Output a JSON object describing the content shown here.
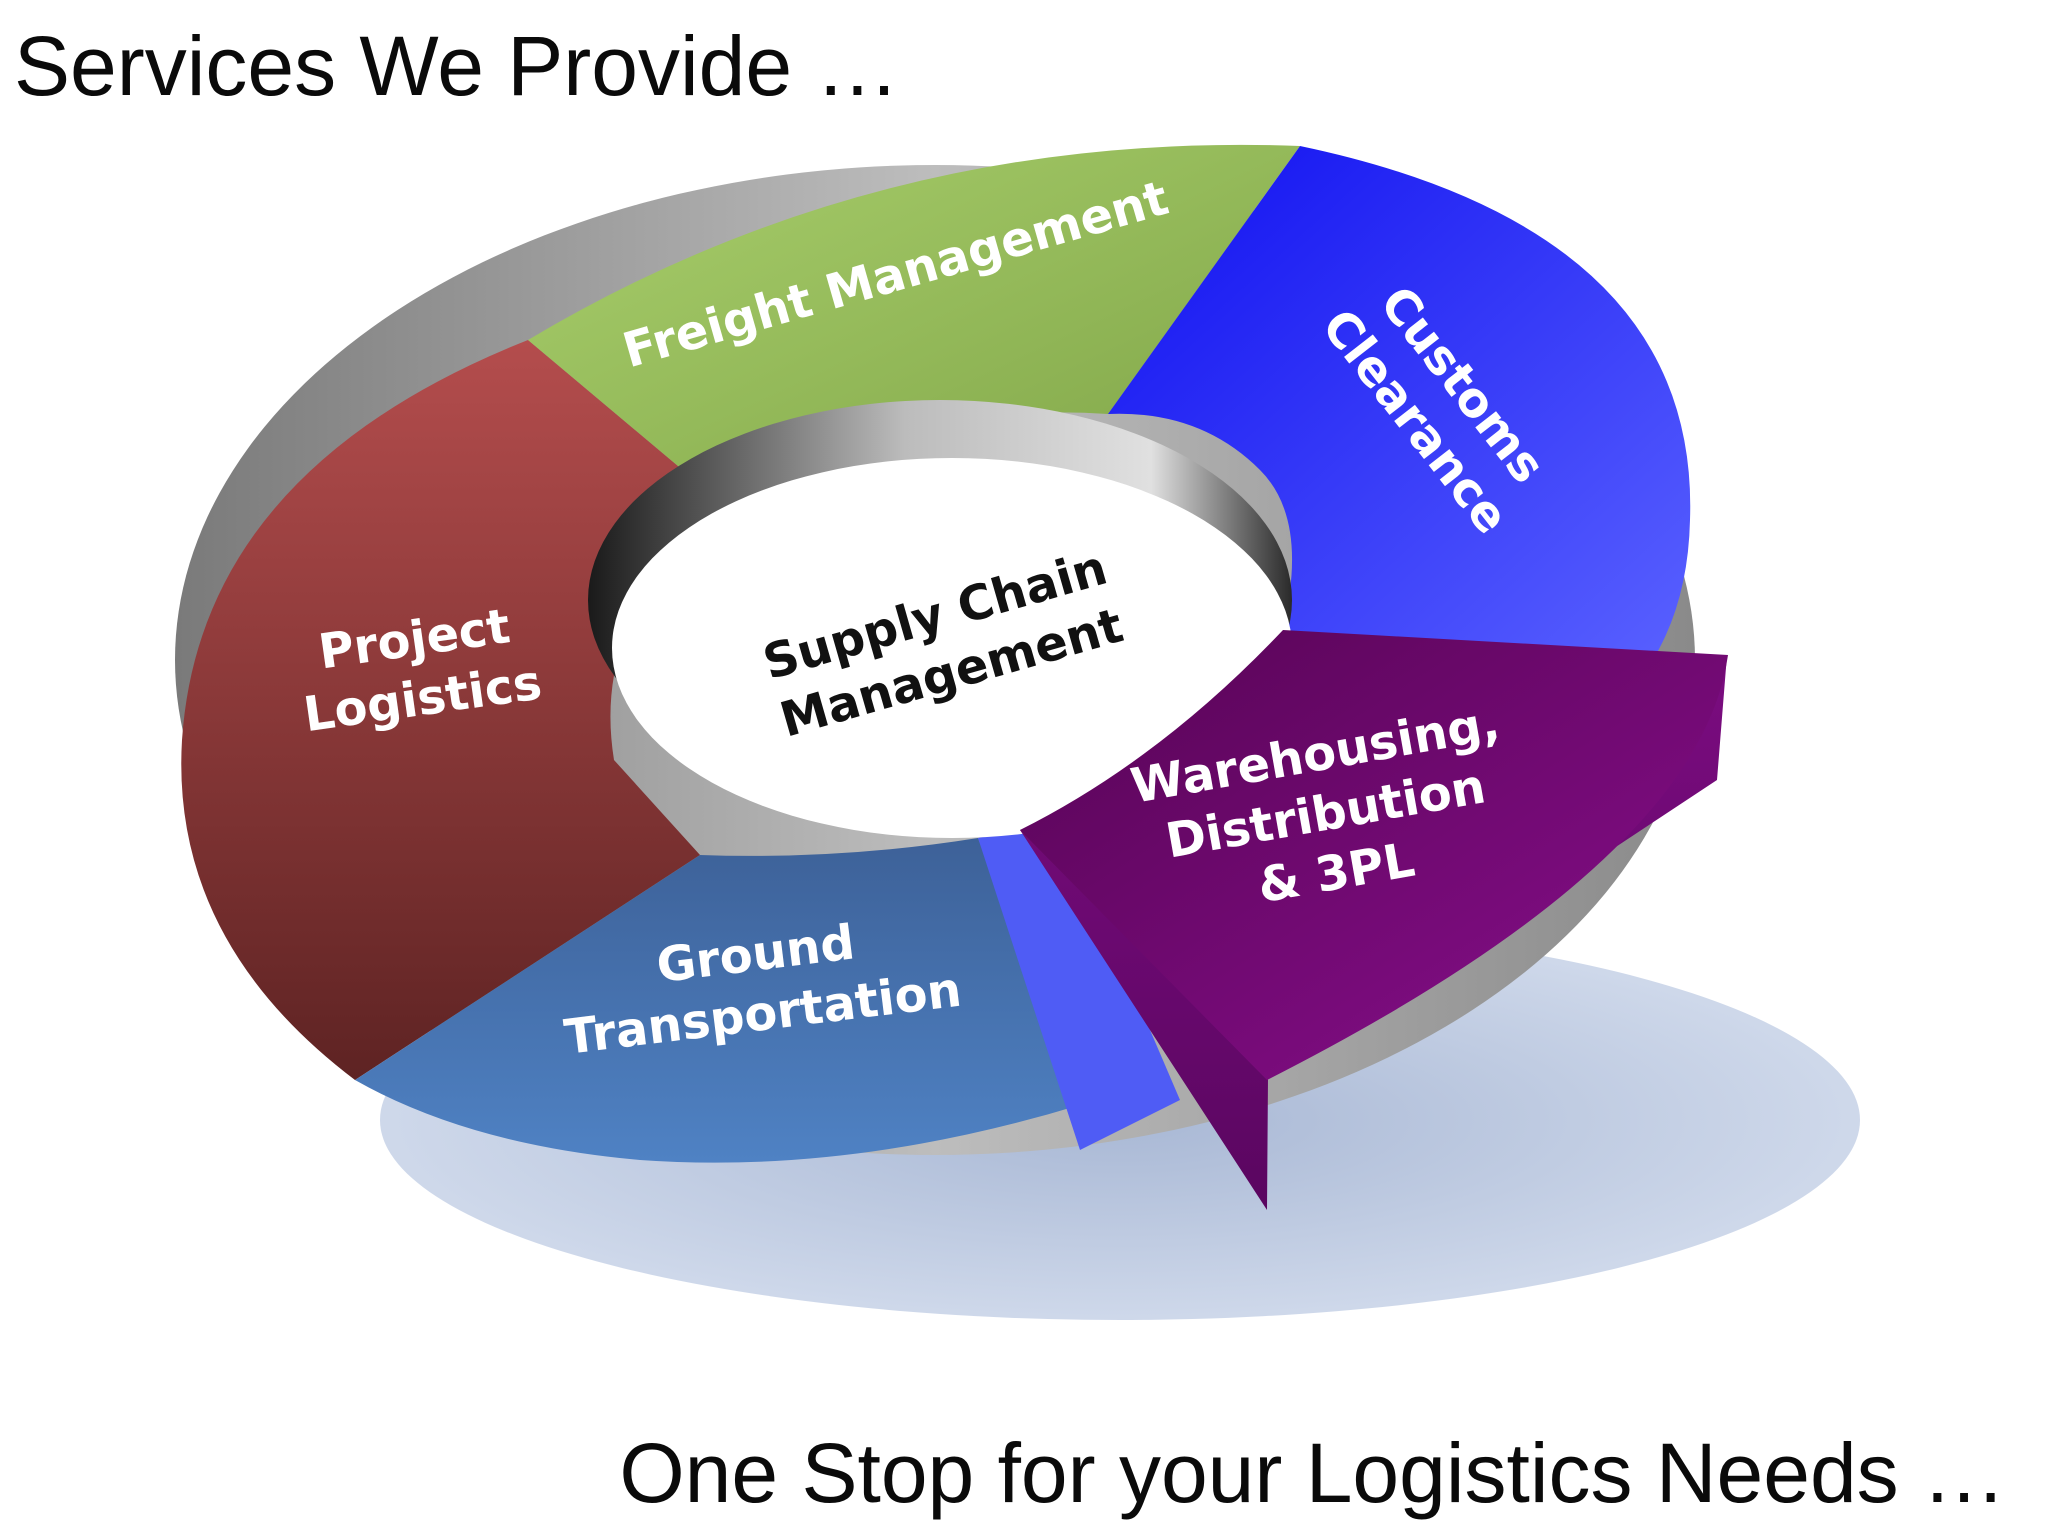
{
  "title": "Services We Provide …",
  "footer": "One Stop for your Logistics Needs …",
  "center": {
    "line1": "Supply Chain",
    "line2": "Management"
  },
  "segments": {
    "freight": {
      "line1": "Freight Management",
      "color": "#8fb84f"
    },
    "customs": {
      "line1": "Customs",
      "line2": "Clearance",
      "color": "#3a3cf2"
    },
    "warehousing": {
      "line1": "Warehousing,",
      "line2": "Distribution",
      "line3": "& 3PL",
      "color": "#6a0a74"
    },
    "ground": {
      "line1": "Ground",
      "line2": "Transportation",
      "color": "#3f6fad"
    },
    "project": {
      "line1": "Project",
      "line2": "Logistics",
      "color": "#9e3b3b"
    }
  }
}
